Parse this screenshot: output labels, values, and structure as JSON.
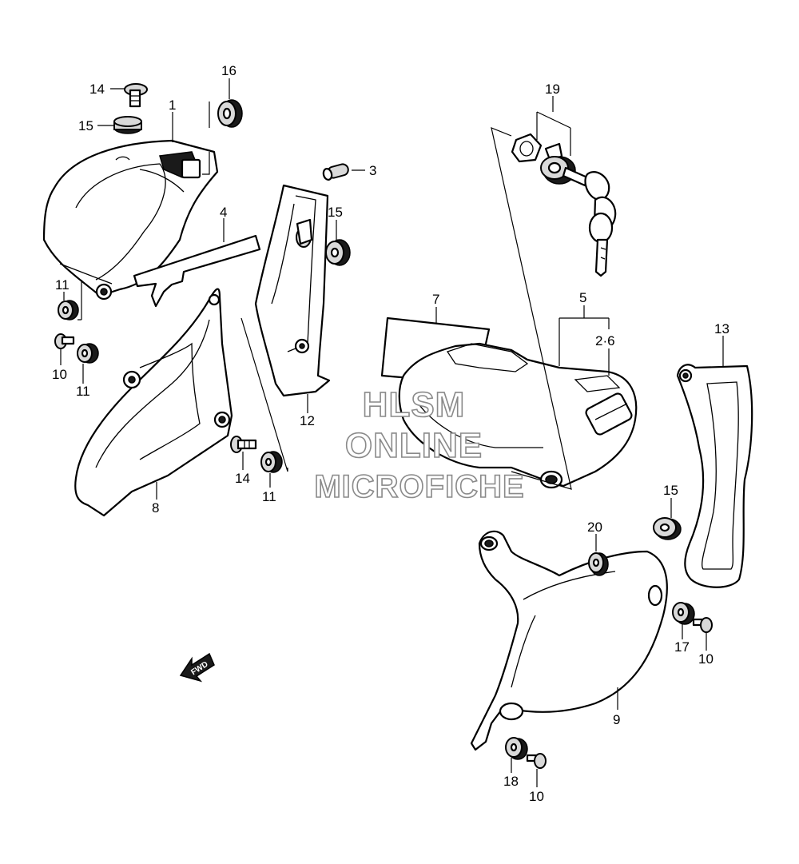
{
  "callouts": {
    "c1": "1",
    "c2_6": "2·6",
    "c3": "3",
    "c4": "4",
    "c5": "5",
    "c7": "7",
    "c8": "8",
    "c9": "9",
    "c10a": "10",
    "c10b": "10",
    "c10c": "10",
    "c11a": "11",
    "c11b": "11",
    "c11c": "11",
    "c12": "12",
    "c13": "13",
    "c14a": "14",
    "c14b": "14",
    "c15a": "15",
    "c15b": "15",
    "c15c": "15",
    "c16": "16",
    "c17": "17",
    "c18": "18",
    "c19": "19",
    "c20": "20"
  },
  "fwd_arrow": {
    "label": "FWD",
    "icon": "fwd-arrow-icon"
  },
  "watermark": {
    "line1": "HLSM",
    "line2": "ONLINE",
    "line3": "MICROFICHE"
  }
}
